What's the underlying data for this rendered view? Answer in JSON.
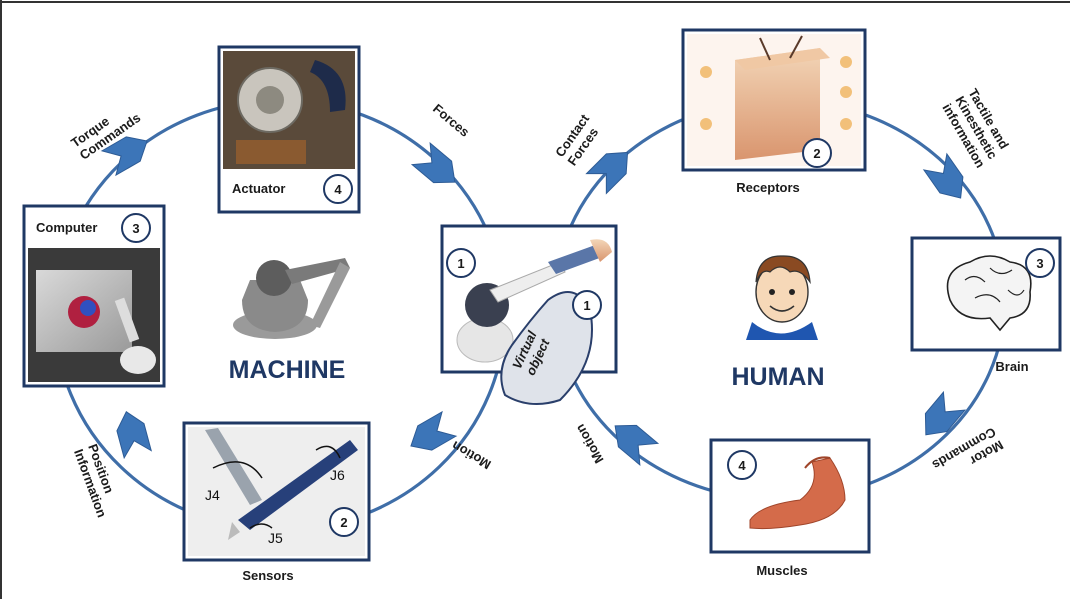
{
  "machine": {
    "title": "MACHINE",
    "nodes": {
      "actuator": {
        "label": "Actuator",
        "number": "4"
      },
      "computer": {
        "label": "Computer",
        "number": "3"
      },
      "sensors": {
        "label": "Sensors",
        "number": "2",
        "joints": [
          "J4",
          "J5",
          "J6"
        ]
      }
    },
    "flows": {
      "forces": "Forces",
      "torque": [
        "Torque",
        "Commands"
      ],
      "position": [
        "Position",
        "Information"
      ],
      "motion": "Motion"
    }
  },
  "center": {
    "number_left": "1",
    "number_right": "1",
    "virtual_object": [
      "Virtual",
      "object"
    ]
  },
  "human": {
    "title": "HUMAN",
    "nodes": {
      "receptors": {
        "label": "Receptors",
        "number": "2"
      },
      "brain": {
        "label": "Brain",
        "number": "3"
      },
      "muscles": {
        "label": "Muscles",
        "number": "4"
      }
    },
    "flows": {
      "contact": [
        "Contact",
        "Forces"
      ],
      "tactile": [
        "Tactile and",
        "Kinesthetic",
        "information"
      ],
      "motor": [
        "Motor",
        "Commands"
      ],
      "motion": "Motion"
    }
  },
  "colors": {
    "frame": "#1f3864",
    "arrow": "#3c75b8",
    "loop": "#3f6ea8",
    "title": "#1f3864"
  }
}
